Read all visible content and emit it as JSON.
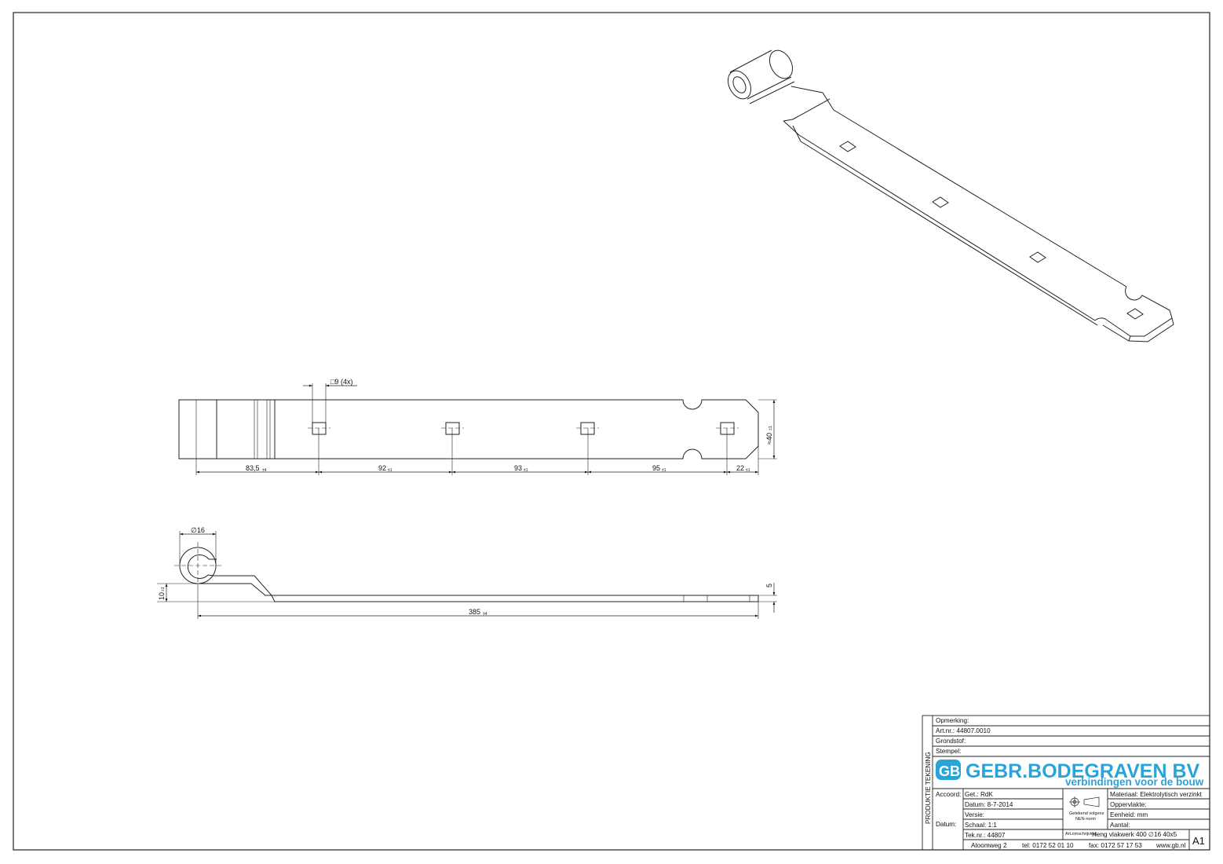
{
  "views": {
    "top": {
      "hole_note": "□9 (4x)",
      "dims": [
        "83,5",
        "92",
        "93",
        "95",
        "22"
      ],
      "tolerances": [
        "±4",
        "±1",
        "±1",
        "±1",
        "±1"
      ],
      "width_dim": "≈40",
      "width_tol": "±1"
    },
    "side": {
      "eye_diameter": "∅16",
      "offset_dim": "10",
      "offset_tol": "±1",
      "thickness_dim": "5",
      "length_dim": "385",
      "length_tol": "±4"
    }
  },
  "title_block": {
    "side_label": "PRODUKTIE TEKENING",
    "opmerking": "Opmerking:",
    "art_nr": "Art.nr.:  44807.0010",
    "grondstof": "Grondstof:",
    "stempel": "Stempel:",
    "logo_mark": "GB",
    "company": "GEBR.BODEGRAVEN BV",
    "tagline": "verbindingen voor de bouw",
    "accoord": "Accoord:",
    "datum_label": "Datum:",
    "get": "Get.: RdK",
    "datum": "Datum: 8-7-2014",
    "versie": "Versie:",
    "schaal": "Schaal: 1:1",
    "tek_nr": "Tek.nr.: 44807",
    "projection_note_1": "Getekend volgens",
    "projection_note_2": "NEN-norm",
    "materiaal": "Materiaal: Elektrolytisch verzinkt",
    "oppervlakte": "Oppervlakte:",
    "eenheid": "Eenheid: mm",
    "aantal": "Aantal:",
    "art_omschrijving_label": "Art.omschrijving:",
    "art_omschrijving": "Heng vlakwerk 400  ∅16  40x5",
    "format": "A1",
    "address": "Atoomweg 2",
    "tel": "tel: 0172 52 01 10",
    "fax": "fax: 0172 57 17 53",
    "web": "www.gb.nl"
  }
}
